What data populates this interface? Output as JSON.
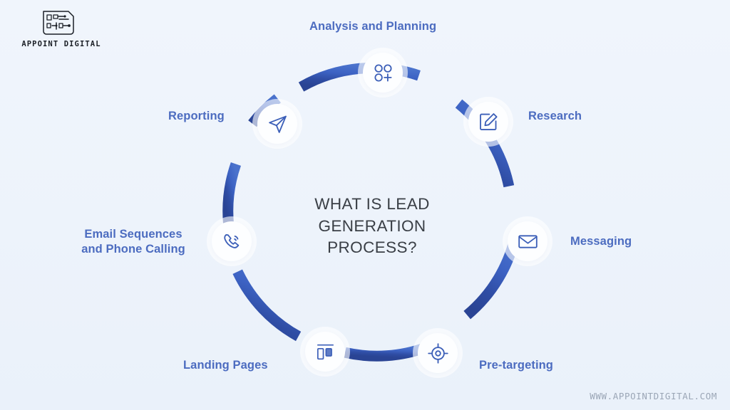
{
  "brand": {
    "logo_text": "APPOINT DIGITAL",
    "logo_icon": "circuit-board-icon",
    "watermark": "WWW.APPOINTDIGITAL.COM"
  },
  "center": {
    "line1": "WHAT IS LEAD",
    "line2": "GENERATION PROCESS?"
  },
  "colors": {
    "background": "#eef4fb",
    "label_blue": "#4c6cc0",
    "ring_light": "#4169c4",
    "ring_dark": "#2b4494",
    "icon_blue": "#3c5fb8",
    "center_text": "#3a3f46",
    "watermark": "#9ba6b6"
  },
  "steps": [
    {
      "label": "Analysis and Planning",
      "icon": "dots-plus-icon",
      "angle": 0
    },
    {
      "label": "Research",
      "icon": "edit-square-icon",
      "angle": 52
    },
    {
      "label": "Messaging",
      "icon": "envelope-icon",
      "angle": 104
    },
    {
      "label": "Pre-targeting",
      "icon": "target-icon",
      "angle": 156
    },
    {
      "label": "Landing Pages",
      "icon": "layout-icon",
      "angle": 208
    },
    {
      "label": "Email Sequences\nand Phone Calling",
      "label_line1": "Email Sequences",
      "label_line2": "and Phone Calling",
      "icon": "phone-call-icon",
      "angle": 256
    },
    {
      "label": "Reporting",
      "icon": "send-plane-icon",
      "angle": 308
    }
  ],
  "chart_data": {
    "type": "pie",
    "title": "WHAT IS LEAD GENERATION PROCESS?",
    "categories": [
      "Analysis and Planning",
      "Research",
      "Messaging",
      "Pre-targeting",
      "Landing Pages",
      "Email Sequences and Phone Calling",
      "Reporting"
    ],
    "values": [
      1,
      1,
      1,
      1,
      1,
      1,
      1
    ],
    "xlabel": "",
    "ylabel": "",
    "legend": "around-ring"
  }
}
